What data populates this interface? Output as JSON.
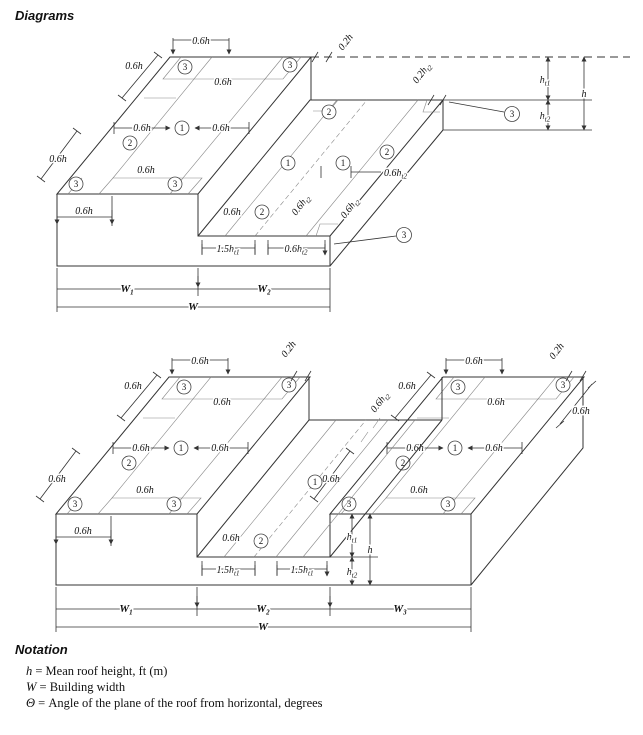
{
  "title": "Diagrams",
  "zones": {
    "z1": "1",
    "z2": "2",
    "z3": "3"
  },
  "dims": {
    "d06h": "0.6h",
    "d02h": "0.2h",
    "d15h": "1.5h",
    "h": "h",
    "w": "W",
    "t1": "t1",
    "t2": "t2",
    "s1": "1",
    "s2": "2",
    "s3": "3"
  },
  "notation": {
    "heading": "Notation",
    "items": [
      {
        "sym": "h",
        "text": "= Mean roof height, ft (m)"
      },
      {
        "sym": "W",
        "text": "= Building width"
      },
      {
        "sym": "Θ",
        "text": "= Angle of the plane of the roof from horizontal, degrees"
      }
    ]
  }
}
